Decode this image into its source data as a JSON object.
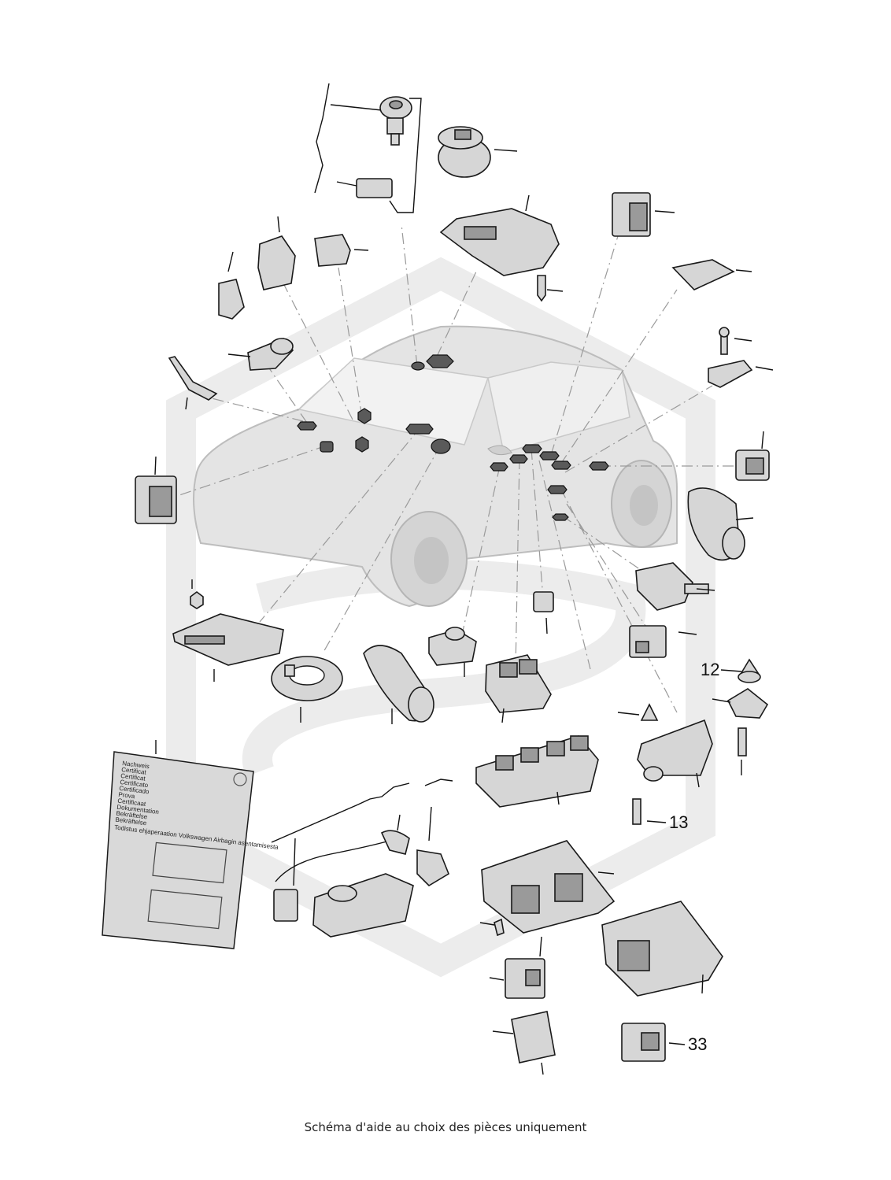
{
  "caption": "Schéma d'aide au choix des pièces uniquement",
  "callouts": {
    "n12": "12",
    "n13": "13",
    "n33": "33"
  },
  "certificate": {
    "lines": [
      "Nachweis",
      "Certificat",
      "Certificat",
      "Certificato",
      "Certificado",
      "Prova",
      "Certificaat",
      "Dokumentation",
      "Bekräftelse",
      "Bekräftelse"
    ],
    "footer": "Todistus ehjaperaation Volkswagen Airbagin asentamisesta"
  },
  "colors": {
    "watermark": "#ececec",
    "car_body": "#e4e4e4",
    "part_fill": "#d6d6d6",
    "marker": "#5a5a5a"
  }
}
